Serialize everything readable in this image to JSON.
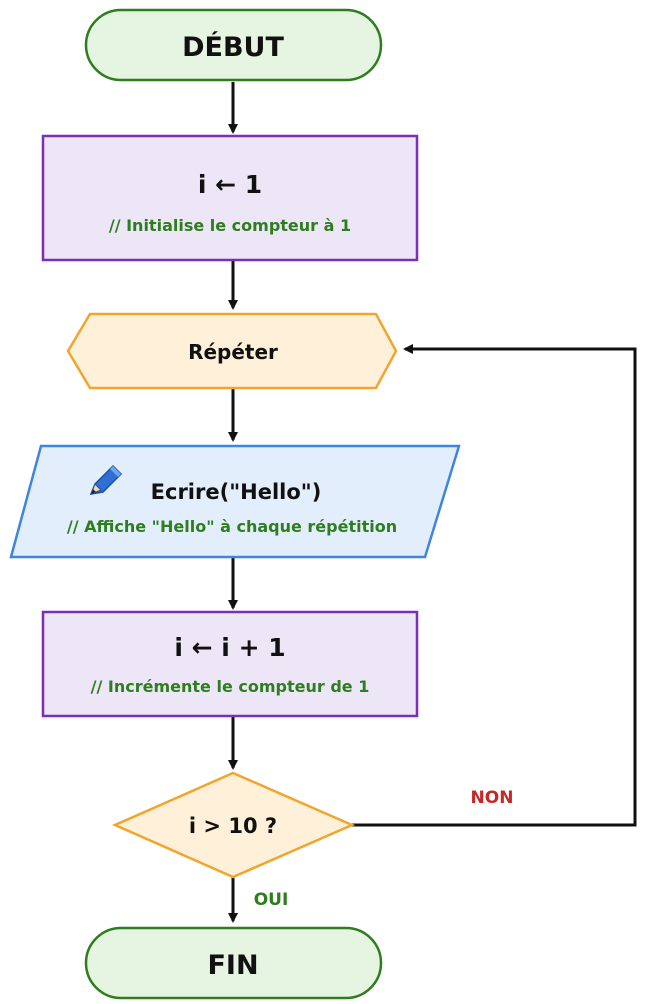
{
  "flowchart": {
    "start": {
      "label": "DÉBUT"
    },
    "init": {
      "code": "i ← 1",
      "comment": "// Initialise le compteur à 1"
    },
    "repeat": {
      "label": "Répéter"
    },
    "output": {
      "code": "Ecrire(\"Hello\")",
      "comment": "// Affiche \"Hello\" à chaque répétition",
      "icon": "pencil-icon"
    },
    "increment": {
      "code": "i ← i + 1",
      "comment": "// Incrémente le compteur de 1"
    },
    "condition": {
      "label": "i > 10 ?"
    },
    "branch_no": {
      "label": "NON"
    },
    "branch_yes": {
      "label": "OUI"
    },
    "end": {
      "label": "FIN"
    }
  },
  "colors": {
    "terminal_fill": "#e6f5e1",
    "terminal_stroke": "#2e7d1e",
    "process_fill": "#ece6f6",
    "process_stroke": "#7b2fb7",
    "repeat_fill": "#fff1d9",
    "repeat_stroke": "#f2a52c",
    "io_fill": "#e3eefc",
    "io_stroke": "#3f85e0",
    "decision_fill": "#fff1d9",
    "decision_stroke": "#f2a52c",
    "arrow": "#111111",
    "comment_text": "#2e7d1e",
    "no_label": "#c62828",
    "yes_label": "#2e7d1e"
  }
}
